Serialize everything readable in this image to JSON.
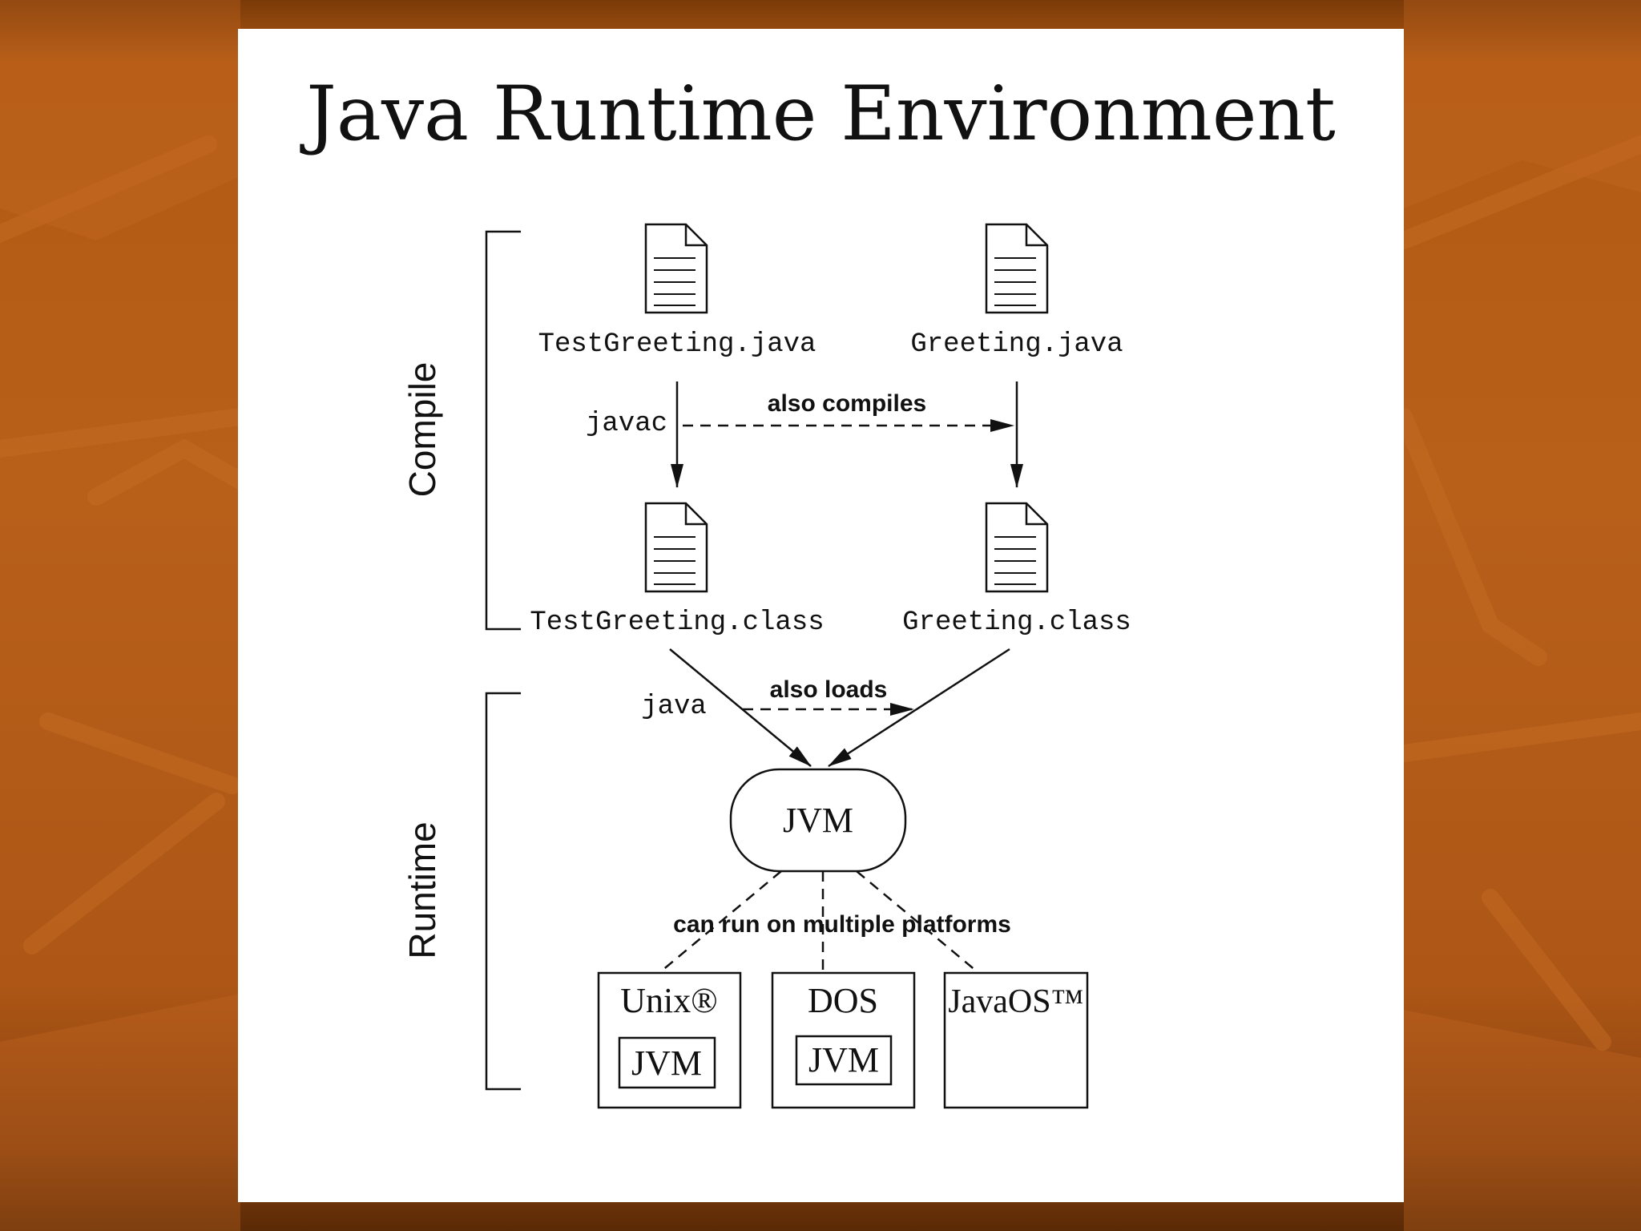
{
  "slide": {
    "title": "Java Runtime Environment"
  },
  "diagram": {
    "phases": {
      "compile": "Compile",
      "runtime": "Runtime"
    },
    "sources": {
      "left": "TestGreeting.java",
      "right": "Greeting.java"
    },
    "classes": {
      "left": "TestGreeting.class",
      "right": "Greeting.class"
    },
    "compile_cmd": "javac",
    "also_compiles": "also compiles",
    "run_cmd": "java",
    "also_loads": "also loads",
    "jvm": "JVM",
    "platforms_caption": "can run on multiple platforms",
    "platforms": {
      "unix": "Unix®",
      "dos": "DOS",
      "javaos": "JavaOS™",
      "inner_jvm": "JVM"
    }
  },
  "colors": {
    "background": "#b25a14",
    "panel": "#ffffff",
    "ink": "#111111"
  },
  "icons": [
    "document-icon"
  ]
}
